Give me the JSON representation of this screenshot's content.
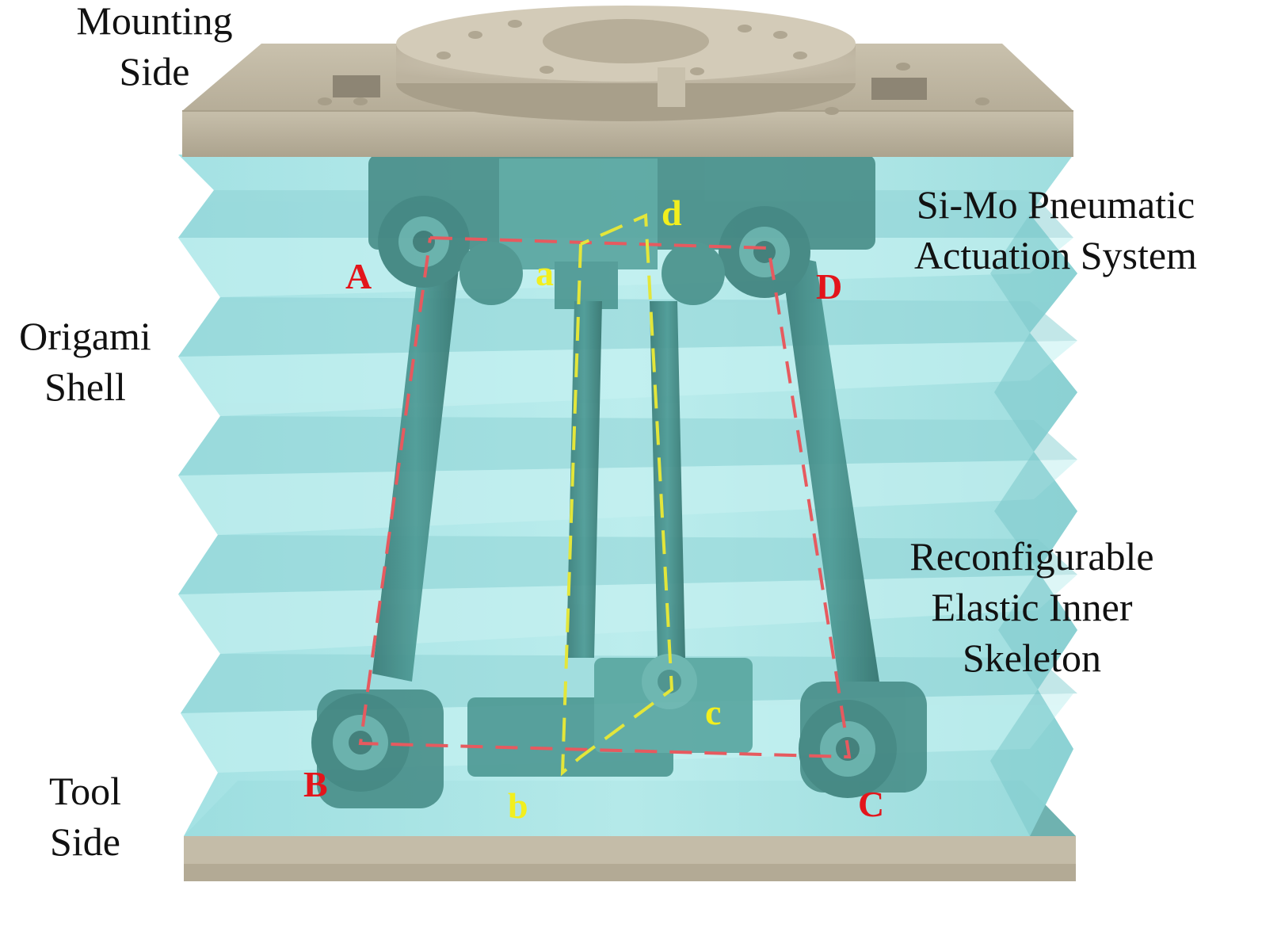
{
  "labels": {
    "mounting": [
      "Mounting",
      "Side"
    ],
    "origami": [
      "Origami",
      "Shell"
    ],
    "tool": [
      "Tool",
      "Side"
    ],
    "actuation": [
      "Si-Mo Pneumatic",
      "Actuation System"
    ],
    "skeleton": [
      "Reconfigurable",
      "Elastic Inner",
      "Skeleton"
    ]
  },
  "outer_points": {
    "A": "A",
    "B": "B",
    "C": "C",
    "D": "D"
  },
  "inner_points": {
    "a": "a",
    "b": "b",
    "c": "c",
    "d": "d"
  },
  "colors": {
    "plate": "#cbc2ae",
    "shell": "#a9e5e6",
    "skeleton": "#3f8a85",
    "outer_loop": "#e65a5f",
    "inner_loop": "#e3e63a",
    "outer_label": "#e3151b",
    "inner_label": "#f2ef1e"
  }
}
